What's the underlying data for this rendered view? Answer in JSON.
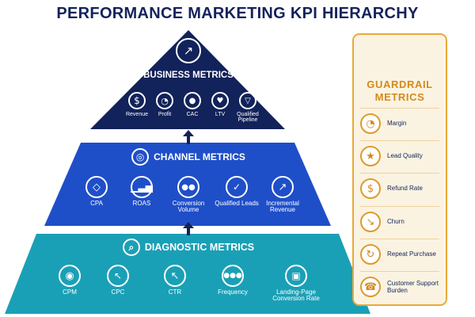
{
  "title": "PERFORMANCE MARKETING KPI HIERARCHY",
  "colors": {
    "business": "#12225a",
    "channel": "#1f4fc8",
    "diagnostic": "#1aa0b6",
    "guardrail_accent": "#e8a93a",
    "guardrail_bg": "#fbf3e1",
    "title": "#13235b"
  },
  "business": {
    "title": "BUSINESS METRICS",
    "icon": "chart-up-icon",
    "metrics": [
      {
        "label": "Revenue",
        "icon": "dollar-icon"
      },
      {
        "label": "Profit",
        "icon": "pie-chart-icon"
      },
      {
        "label": "CAC",
        "icon": "user-icon"
      },
      {
        "label": "LTV",
        "icon": "user-heart-icon"
      },
      {
        "label": "Qualified Pipeline",
        "icon": "funnel-icon"
      }
    ]
  },
  "channel": {
    "title": "CHANNEL METRICS",
    "icon": "target-icon",
    "metrics": [
      {
        "label": "CPA",
        "icon": "tag-icon"
      },
      {
        "label": "ROAS",
        "icon": "bar-chart-icon"
      },
      {
        "label": "Conversion Volume",
        "icon": "users-icon"
      },
      {
        "label": "Qualified Leads",
        "icon": "user-check-icon"
      },
      {
        "label": "Incremental Revenue",
        "icon": "trend-up-icon"
      }
    ]
  },
  "diagnostic": {
    "title": "DIAGNOSTIC METRICS",
    "icon": "magnifier-icon",
    "metrics": [
      {
        "label": "CPM",
        "icon": "eye-icon"
      },
      {
        "label": "CPC",
        "icon": "click-icon"
      },
      {
        "label": "CTR",
        "icon": "cursor-icon"
      },
      {
        "label": "Frequency",
        "icon": "group-icon"
      },
      {
        "label": "Landing-Page Conversion Rate",
        "icon": "browser-icon"
      }
    ]
  },
  "guardrail": {
    "title": "GUARDRAIL METRICS",
    "icon": "shield-check-icon",
    "items": [
      {
        "label": "Margin",
        "icon": "pie-chart-icon"
      },
      {
        "label": "Lead Quality",
        "icon": "user-star-icon"
      },
      {
        "label": "Refund Rate",
        "icon": "refund-icon"
      },
      {
        "label": "Churn",
        "icon": "trend-down-icon"
      },
      {
        "label": "Repeat Purchase",
        "icon": "cart-icon"
      },
      {
        "label": "Customer Support Burden",
        "icon": "headset-icon"
      }
    ]
  }
}
